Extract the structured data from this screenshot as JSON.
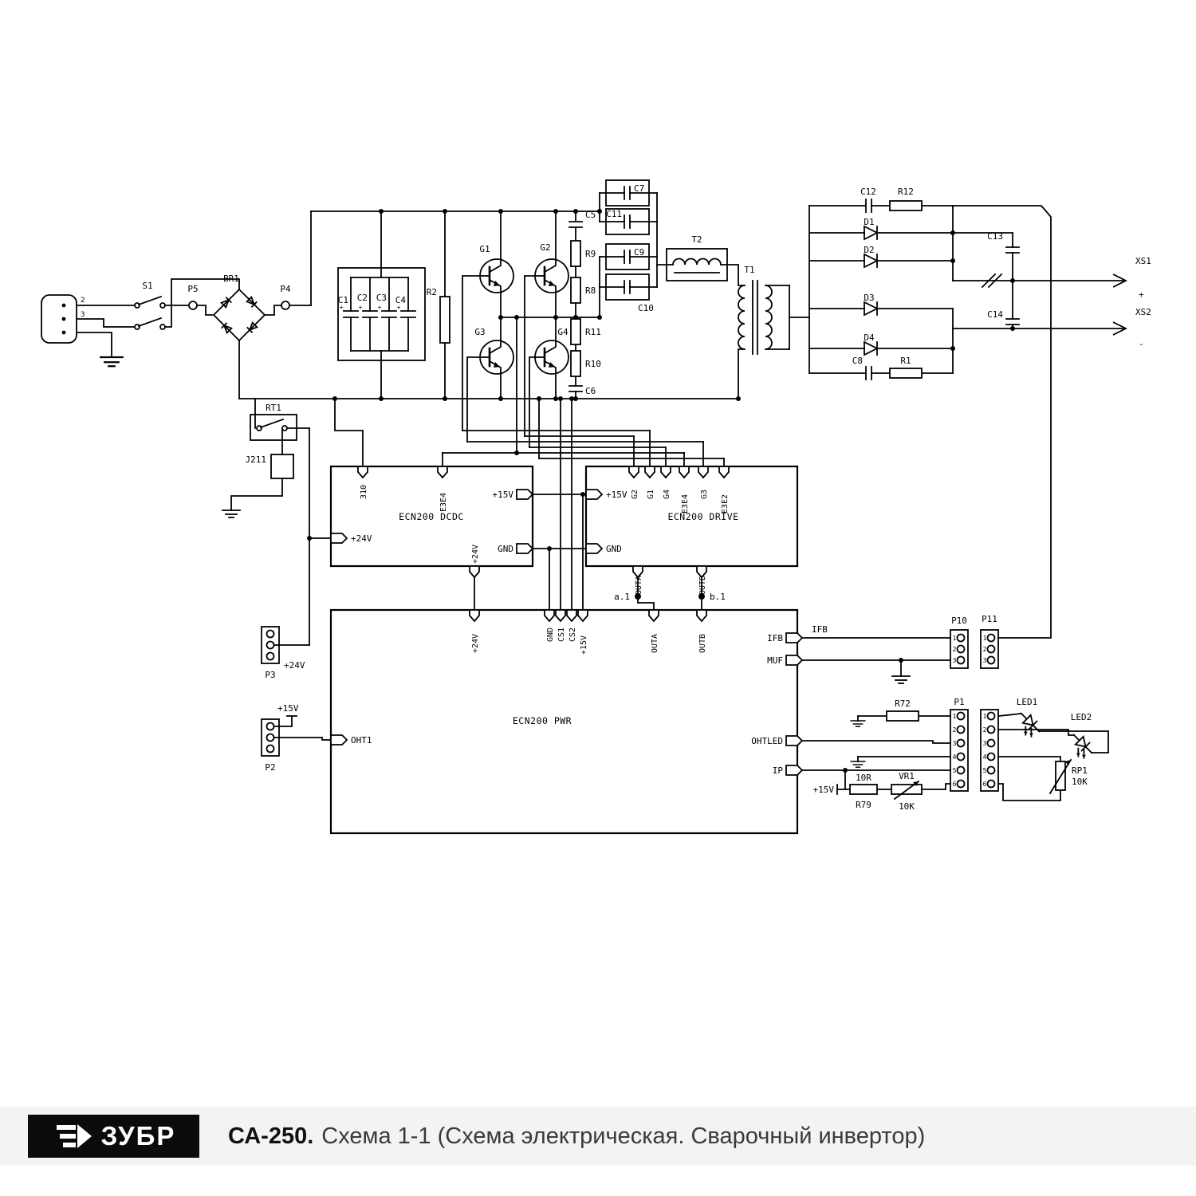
{
  "footer": {
    "brand": "ЗУБР",
    "model": "СА-250.",
    "title": "Схема 1-1 (Схема электрическая. Сварочный инвертор)"
  },
  "schematic": {
    "s1": "S1",
    "p5": "P5",
    "br1": "BR1",
    "p4": "P4",
    "n2": "2",
    "n3": "3",
    "c1": "C1",
    "c2": "C2",
    "c3": "C3",
    "c4": "C4",
    "r2": "R2",
    "g1": "G1",
    "g2": "G2",
    "g3": "G3",
    "g4": "G4",
    "c5": "C5",
    "r9": "R9",
    "r8": "R8",
    "r11": "R11",
    "r10": "R10",
    "c6": "C6",
    "c7": "C7",
    "c11": "C11",
    "c9": "C9",
    "c10": "C10",
    "t2": "T2",
    "t1": "T1",
    "c12": "C12",
    "r12": "R12",
    "c8": "C8",
    "r1": "R1",
    "d1": "D1",
    "d2": "D2",
    "d3": "D3",
    "d4": "D4",
    "c13": "C13",
    "c14": "C14",
    "xs1": "XS1",
    "xs2": "XS2",
    "plus": "+",
    "minus": "-",
    "rt1": "RT1",
    "j211": "J211",
    "dcdc_title": "ECN200 DCDC",
    "drive_title": "ECN200 DRIVE",
    "pwr_title": "ECN200 PWR",
    "pin310": "310",
    "e3e4": "E3E4",
    "e3e2": "E3E2",
    "p24v": "+24V",
    "p15v": "+15V",
    "gnd": "GND",
    "cs1": "CS1",
    "cs2": "CS2",
    "outa": "OUTA",
    "outb": "OUTB",
    "a1": "a.1",
    "b1": "b.1",
    "oht1": "OHT1",
    "ifb": "IFB",
    "muf": "MUF",
    "ohtled": "OHTLED",
    "ip": "IP",
    "p1": "P1",
    "p2": "P2",
    "p3": "P3",
    "p10": "P10",
    "p11": "P11",
    "r72": "R72",
    "r10r": "10R",
    "r79": "R79",
    "vr1": "VR1",
    "k10": "10K",
    "rp1": "RP1",
    "led1": "LED1",
    "led2": "LED2",
    "pins123": [
      "1",
      "2",
      "3"
    ],
    "pins16": [
      "1",
      "2",
      "3",
      "4",
      "5",
      "6"
    ]
  }
}
